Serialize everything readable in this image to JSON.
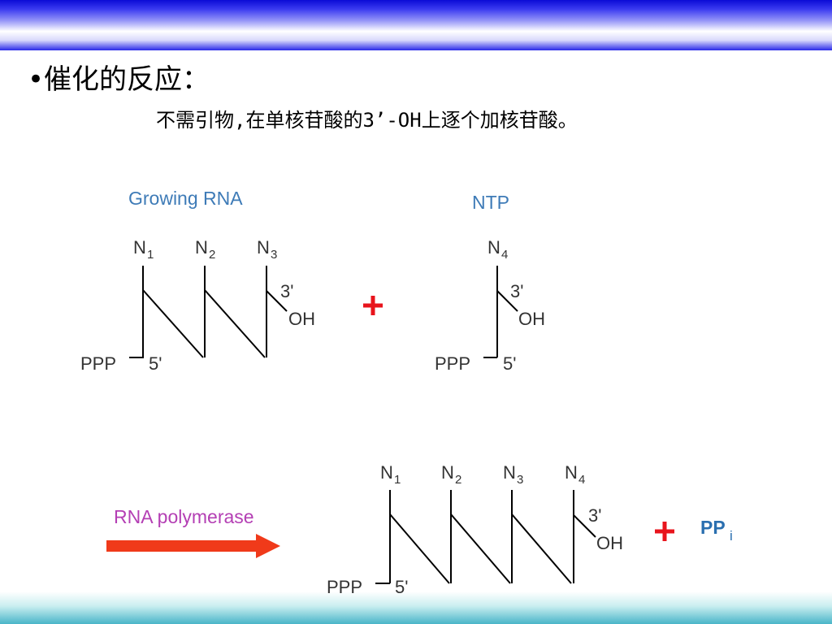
{
  "slide": {
    "title": "•催化的反应：",
    "subtitle": "不需引物,在单核苷酸的3’-OH上逐个加核苷酸。"
  },
  "reactant_rna": {
    "label": "Growing RNA",
    "nucleotides": [
      {
        "base": "N",
        "index": "1"
      },
      {
        "base": "N",
        "index": "2"
      },
      {
        "base": "N",
        "index": "3"
      }
    ],
    "three_prime": "3'",
    "hydroxyl": "OH",
    "triphosphate": "PPP",
    "five_prime": "5'"
  },
  "reactant_ntp": {
    "label": "NTP",
    "nucleotide": {
      "base": "N",
      "index": "4"
    },
    "three_prime": "3'",
    "hydroxyl": "OH",
    "triphosphate": "PPP",
    "five_prime": "5'"
  },
  "enzyme": {
    "label": "RNA polymerase"
  },
  "product_rna": {
    "nucleotides": [
      {
        "base": "N",
        "index": "1"
      },
      {
        "base": "N",
        "index": "2"
      },
      {
        "base": "N",
        "index": "3"
      },
      {
        "base": "N",
        "index": "4"
      }
    ],
    "three_prime": "3'",
    "hydroxyl": "OH",
    "triphosphate": "PPP",
    "five_prime": "5'"
  },
  "byproduct": {
    "base": "PP",
    "subscript": "i"
  },
  "colors": {
    "label_blue": "#3e7bb7",
    "enzyme_magenta": "#b43fb4",
    "plus_red": "#e8141c",
    "arrow_red": "#f03a1a",
    "ppi_blue": "#2a6fb0"
  }
}
